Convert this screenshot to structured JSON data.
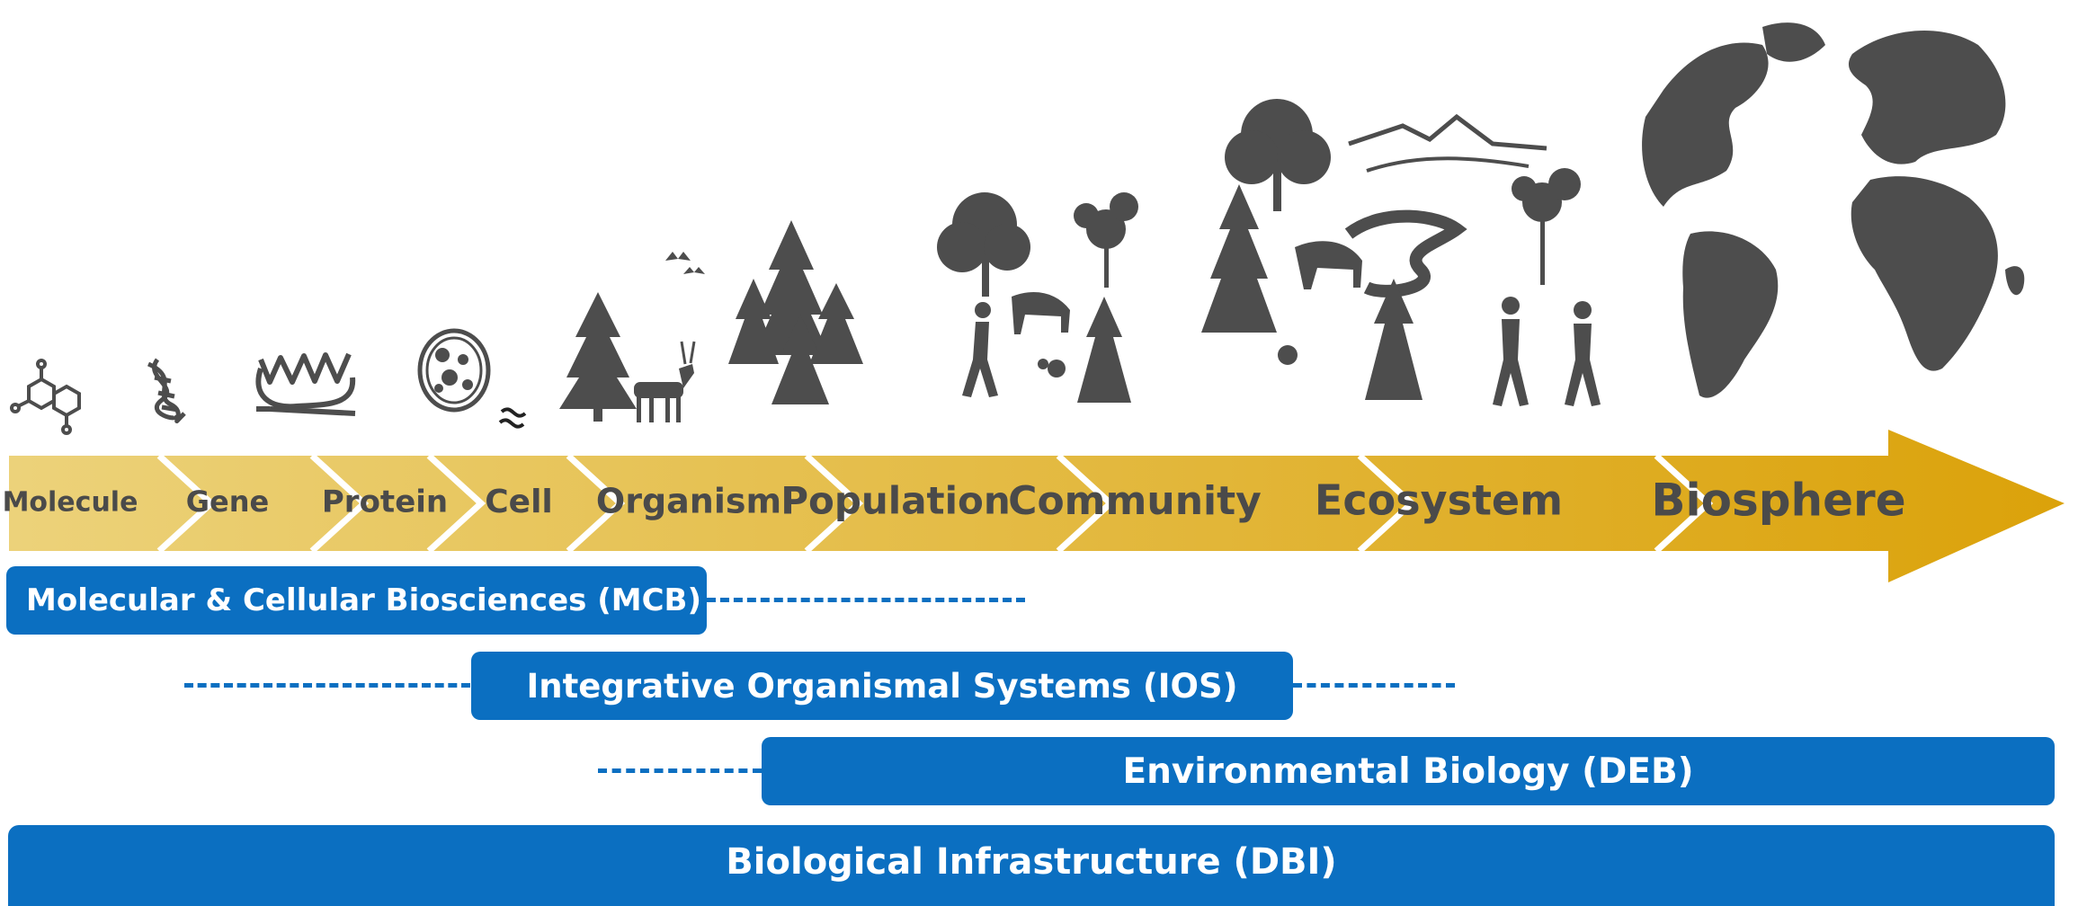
{
  "colors": {
    "arrow_light": "#ecd27a",
    "arrow_dark": "#dba20a",
    "chevron_line": "#ffffff",
    "icon": "#4d4d4d",
    "label": "#4a4a4a",
    "program_bar": "#0b6fc1"
  },
  "scale_arrow": {
    "stages": [
      "Molecule",
      "Gene",
      "Protein",
      "Cell",
      "Organism",
      "Population",
      "Community",
      "Ecosystem",
      "Biosphere"
    ]
  },
  "icons": [
    "molecule-icon",
    "dna-icon",
    "protein-icon",
    "cell-icon",
    "organism-icon",
    "population-icon",
    "community-icon",
    "ecosystem-icon",
    "globe-icon"
  ],
  "programs": [
    {
      "key": "mcb",
      "label": "Molecular & Cellular Biosciences (MCB)"
    },
    {
      "key": "ios",
      "label": "Integrative Organismal Systems (IOS)"
    },
    {
      "key": "deb",
      "label": "Environmental Biology (DEB)"
    },
    {
      "key": "dbi",
      "label": "Biological Infrastructure (DBI)"
    }
  ]
}
